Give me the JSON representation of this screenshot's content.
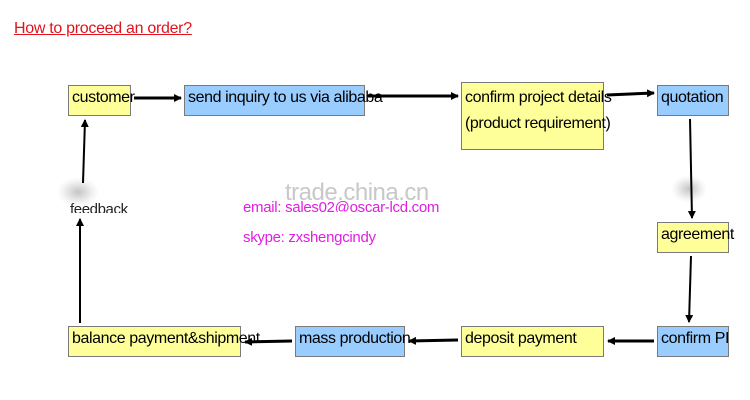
{
  "title": "How to proceed an order?",
  "boxes": {
    "customer": "customer",
    "send_inquiry": "send inquiry to us via alibaba",
    "confirm_details_line1": "confirm project details",
    "confirm_details_line2": "(product requirement)",
    "quotation": "quotation",
    "agreement": "agreement",
    "confirm_pi": "confirm PI",
    "deposit_payment": "deposit payment",
    "mass_production": "mass production",
    "balance_payment": "balance payment&shipment",
    "feedback": "feedback"
  },
  "contact": {
    "email": "email: sales02@oscar-lcd.com",
    "skype": "skype: zxshengcindy"
  },
  "watermark": "trade.china.cn",
  "colors": {
    "title": "#e0141e",
    "yellow_box": "#ffff99",
    "blue_box": "#99ccff",
    "contact_text": "#e020e0",
    "watermark": "#c8c8c8"
  }
}
